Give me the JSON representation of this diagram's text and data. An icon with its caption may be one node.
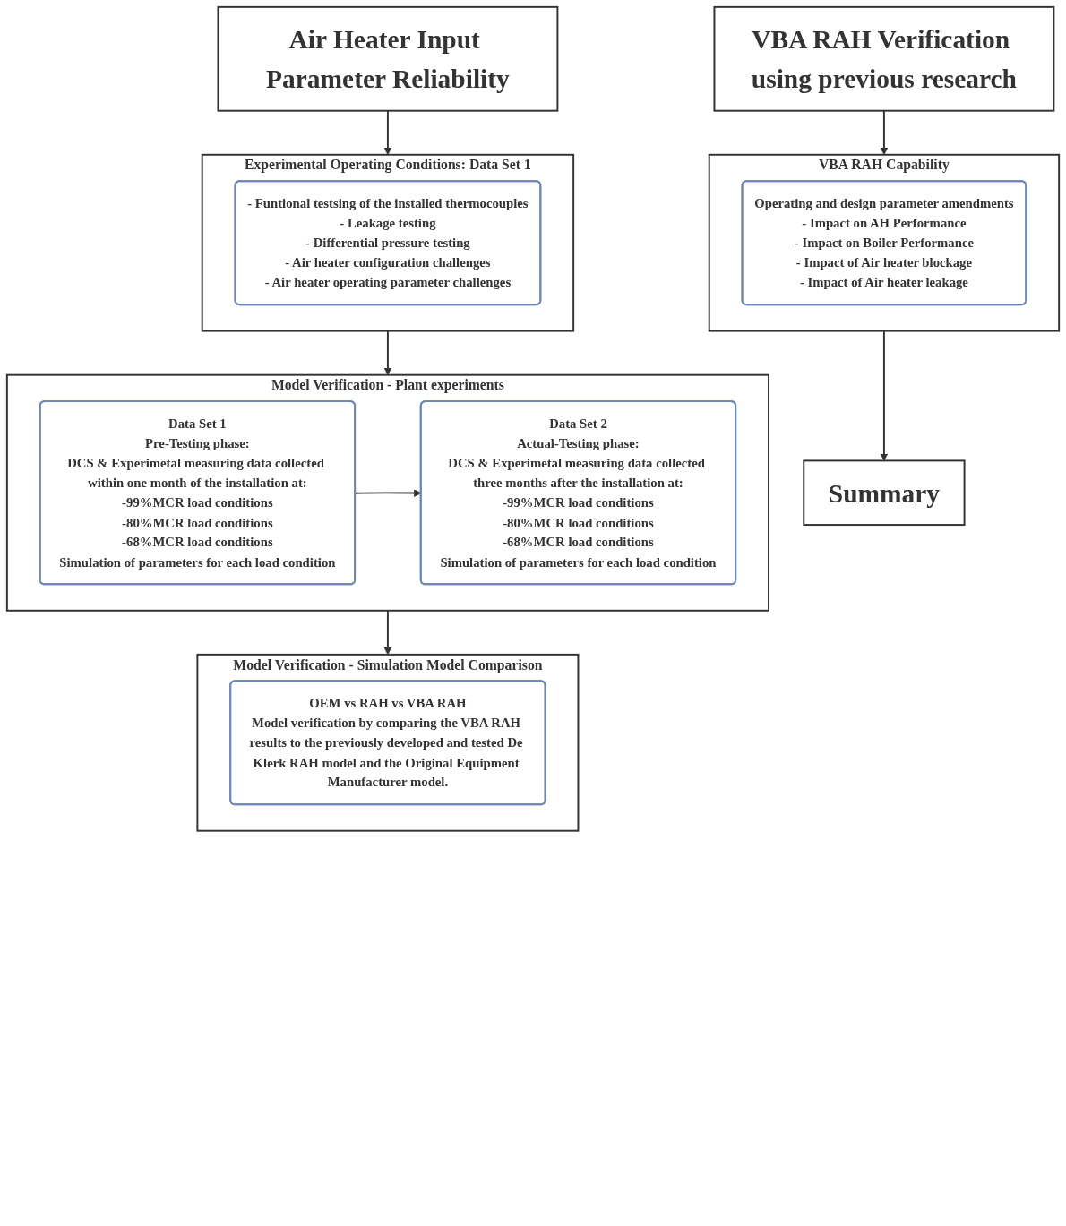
{
  "diagram": {
    "nodes": [
      {
        "text": [
          "Air Heater Input Parameter Reliability"
        ]
      },
      {
        "text": [
          "Experimental Operating Conditions: Data Set 1"
        ]
      },
      {
        "text": [
          "- Funtional testsing of the installed thermocouples",
          "- Leakage testing",
          "- Differential pressure  testing",
          "- Air heater configuration challenges",
          "- Air heater operating parameter challenges"
        ],
        "in": 1
      },
      {
        "text": [
          "Model Verification - Plant experiments"
        ]
      },
      {
        "text": [
          "Data Set 1",
          "Pre-Testing phase:",
          "DCS & Experimetal measuring data collected within one month of the installation at:",
          "-99%MCR load conditions",
          "-80%MCR load conditions",
          "-68%MCR load conditions",
          "Simulation of parameters for each load condition"
        ],
        "in": 3
      },
      {
        "text": [
          "Data Set 2",
          "Actual-Testing phase:",
          "DCS & Experimetal measuring data collected three months after the installation at:",
          "-99%MCR load conditions",
          "-80%MCR load conditions",
          "-68%MCR load conditions",
          "Simulation of parameters for each load condition"
        ],
        "in": 3
      },
      {
        "text": [
          "Model Verification - Simulation Model Comparison"
        ]
      },
      {
        "text": [
          "OEM vs RAH vs VBA RAH",
          "Model verification by comparing the VBA RAH results to the previously developed and tested De Klerk RAH model and the Original Equipment Manufacturer model."
        ],
        "in": 6
      },
      {
        "text": [
          "VBA RAH Verification using previous research"
        ]
      },
      {
        "text": [
          "VBA RAH Capability"
        ]
      },
      {
        "text": [
          "Operating and design parameter amendments",
          "- Impact on AH Performance",
          "- Impact on Boiler Performance",
          "- Impact of Air heater blockage",
          "- Impact of Air heater leakage"
        ],
        "in": 9
      },
      {
        "text": [
          "Summary"
        ]
      }
    ],
    "edges": [
      {
        "from": 0,
        "to": 1,
        "arrow": "to"
      },
      {
        "from": 1,
        "to": 3,
        "arrow": "to"
      },
      {
        "from": 4,
        "to": 5,
        "arrow": "to"
      },
      {
        "from": 3,
        "to": 6,
        "arrow": "to"
      },
      {
        "from": 8,
        "to": 9,
        "arrow": "to"
      },
      {
        "from": 9,
        "to": 11,
        "arrow": "to"
      }
    ]
  }
}
